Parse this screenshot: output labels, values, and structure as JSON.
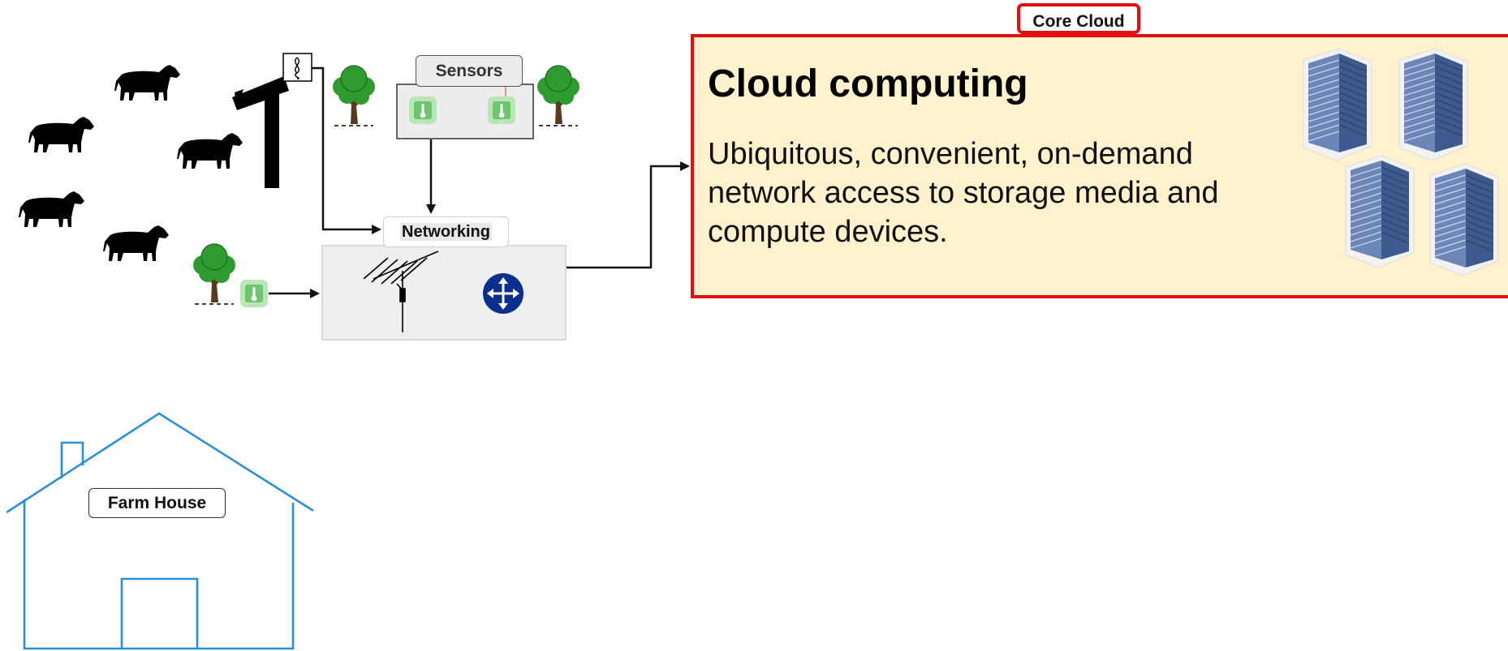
{
  "core_cloud": {
    "label": "Core Cloud",
    "title": "Cloud computing",
    "description": "Ubiquitous, convenient, on-demand network access to storage media and compute devices."
  },
  "sensors": {
    "label": "Sensors"
  },
  "networking": {
    "label": "Networking"
  },
  "farm_house": {
    "label": "Farm House"
  },
  "colors": {
    "cloud_border": "#e01010",
    "cloud_fill": "#fff2cc",
    "house_outline": "#2b8fd8",
    "tree_green": "#2f9a2f",
    "sensor_green": "#8fd48f",
    "router_blue": "#0a2f8f",
    "server_blue": "#6d86b8"
  },
  "icons": [
    "cow-icon",
    "weather-station-icon",
    "tree-icon",
    "temperature-sensor-icon",
    "antenna-icon",
    "router-icon",
    "server-rack-icon",
    "house-icon"
  ]
}
